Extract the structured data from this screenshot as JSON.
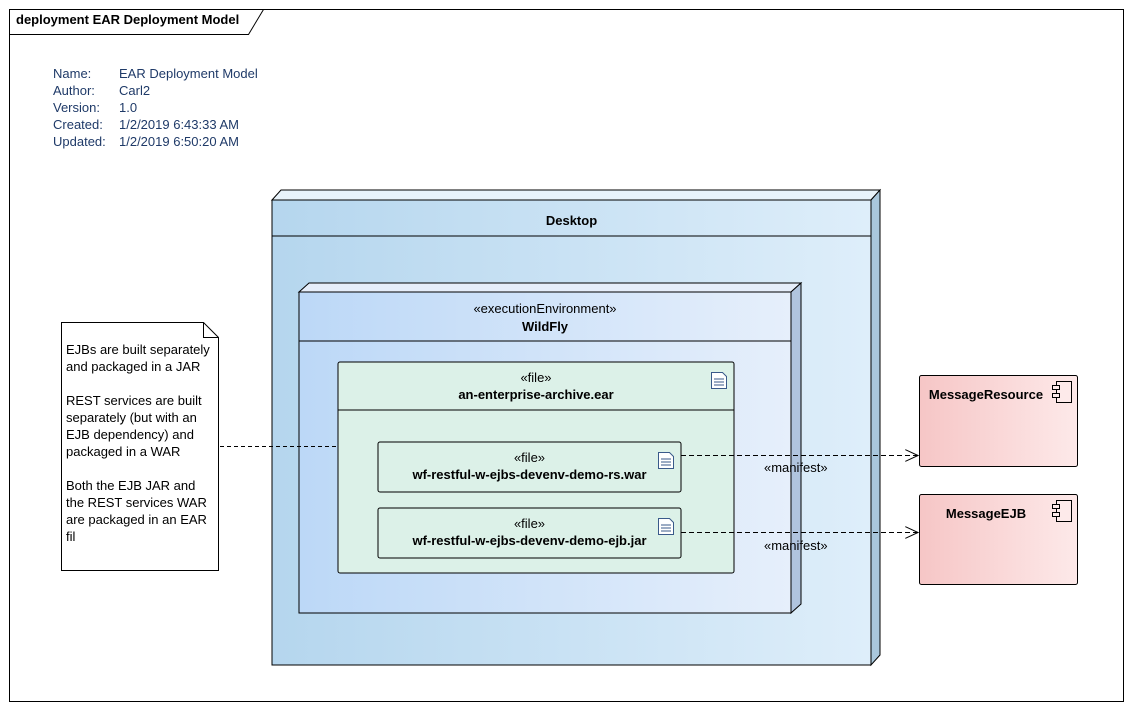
{
  "frame": {
    "title": "deployment EAR Deployment Model"
  },
  "metadata": [
    {
      "key": "Name:",
      "value": "EAR Deployment Model"
    },
    {
      "key": "Author:",
      "value": "Carl2"
    },
    {
      "key": "Version:",
      "value": "1.0"
    },
    {
      "key": "Created:",
      "value": "1/2/2019 6:43:33 AM"
    },
    {
      "key": "Updated:",
      "value": "1/2/2019 6:50:20 AM"
    }
  ],
  "note": {
    "paragraphs": [
      "EJBs are built separately and packaged in a JAR",
      "REST services are built separately (but with an EJB dependency) and packaged in a WAR",
      "Both the EJB JAR and the REST services WAR are packaged in an EAR fil"
    ]
  },
  "nodes": {
    "desktop": {
      "name": "Desktop"
    },
    "wildfly": {
      "stereotype": "«executionEnvironment»",
      "name": "WildFly"
    },
    "ear": {
      "stereotype": "«file»",
      "name": "an-enterprise-archive.ear"
    },
    "war": {
      "stereotype": "«file»",
      "name": "wf-restful-w-ejbs-devenv-demo-rs.war"
    },
    "jar": {
      "stereotype": "«file»",
      "name": "wf-restful-w-ejbs-devenv-demo-ejb.jar"
    }
  },
  "components": {
    "message_resource": {
      "name": "MessageResource"
    },
    "message_ejb": {
      "name": "MessageEJB"
    }
  },
  "connectors": {
    "war_to_resource": {
      "label": "«manifest»"
    },
    "jar_to_ejb": {
      "label": "«manifest»"
    }
  },
  "colors": {
    "node_fill_left": "#b5d6ee",
    "node_fill_right": "#deeefa",
    "env_fill_left": "#bcd8f7",
    "env_fill_right": "#e4eefb",
    "file_fill": "#dcf1e8",
    "component_fill_left": "#f6c8c8",
    "component_fill_right": "#fde7e7"
  }
}
